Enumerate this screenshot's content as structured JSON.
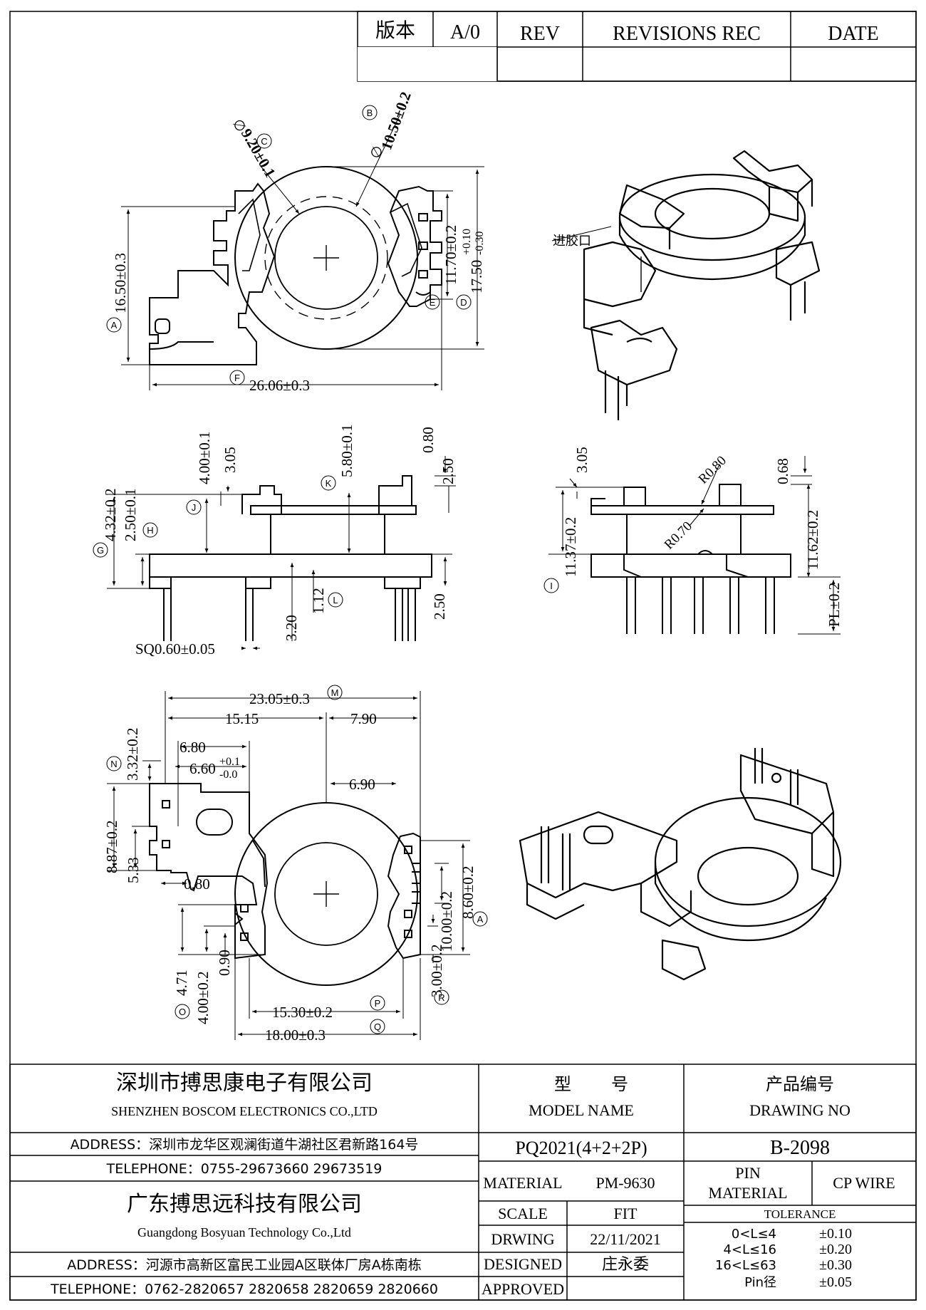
{
  "revision_table": {
    "version_label": "版本",
    "version_value": "A/0",
    "rev_header": "REV",
    "revisions_header": "REVISIONS REC",
    "date_header": "DATE"
  },
  "top_view": {
    "dim_c": "9.20±0.1",
    "dim_c_prefix": "∅",
    "dim_b": "10.50±0.2",
    "dim_b_prefix": "∅",
    "dim_a": "16.50±0.3",
    "dim_f": "26.06±0.3",
    "dim_e": "11.70±0.2",
    "dim_d_main": "17.50",
    "dim_d_tol_upper": "+0.10",
    "dim_d_tol_lower": "-0.30",
    "markers": [
      "A",
      "B",
      "C",
      "D",
      "E",
      "F"
    ]
  },
  "iso_top": {
    "gate_label": "进胶口"
  },
  "side_view_left": {
    "dim_g": "4.32±0.2",
    "dim_h": "2.50±0.1",
    "dim_j": "4.00±0.1",
    "dim_305": "3.05",
    "dim_k": "5.80±0.1",
    "dim_080": "0.80",
    "dim_250_top": "2.50",
    "dim_320": "3.20",
    "dim_l": "1.12",
    "dim_250_bottom": "2.50",
    "dim_sq": "SQ0.60±0.05",
    "markers": [
      "G",
      "H",
      "J",
      "K",
      "L"
    ]
  },
  "side_view_right": {
    "dim_305": "3.05",
    "dim_r080": "R0.80",
    "dim_068": "0.68",
    "dim_r070": "R0.70",
    "dim_i": "11.37±0.2",
    "dim_1162": "11.62±0.2",
    "dim_pl": "PL±0.2",
    "markers": [
      "I"
    ]
  },
  "bottom_view": {
    "dim_m": "23.05±0.3",
    "dim_1515": "15.15",
    "dim_790": "7.90",
    "dim_680": "6.80",
    "dim_660_main": "6.60",
    "dim_660_upper": "+0.1",
    "dim_660_lower": "-0.0",
    "dim_690": "6.90",
    "dim_n": "3.32±0.2",
    "dim_887": "8.87±0.2",
    "dim_533": "5.33",
    "dim_080": "0.80",
    "dim_860": "8.60±0.2",
    "dim_1000": "10.00±0.2",
    "dim_300": "3.00±0.2",
    "dim_471": "4.71",
    "dim_o": "4.00±0.2",
    "dim_090": "0.90",
    "dim_p": "15.30±0.2",
    "dim_q": "18.00±0.3",
    "markers": [
      "M",
      "N",
      "O",
      "P",
      "Q",
      "R",
      "A"
    ]
  },
  "title_block": {
    "company1_cn": "深圳市搏思康电子有限公司",
    "company1_en": "SHENZHEN BOSCOM ELECTRONICS CO.,LTD",
    "address1": "ADDRESS：深圳市龙华区观澜街道牛湖社区君新路164号",
    "telephone1": "TELEPHONE：0755-29673660 29673519",
    "company2_cn": "广东搏思远科技有限公司",
    "company2_en": "Guangdong Bosyuan Technology Co.,Ltd",
    "address2": "ADDRESS：河源市高新区富民工业园A区联体厂房A栋南栋",
    "telephone2": "TELEPHONE：0762-2820657 2820658 2820659 2820660",
    "model_label_cn_1": "型",
    "model_label_cn_2": "号",
    "model_label_en": "MODEL NAME",
    "model_value": "PQ2021(4+2+2P)",
    "drawing_no_label_cn": "产品编号",
    "drawing_no_label_en": "DRAWING NO",
    "drawing_no_value": "B-2098",
    "material_label": "MATERIAL",
    "material_value": "PM-9630",
    "scale_label": "SCALE",
    "scale_value": "FIT",
    "drawing_label": "DRWING",
    "drawing_date": "22/11/2021",
    "designed_label": "DESIGNED",
    "designed_value": "庄永委",
    "approved_label": "APPROVED",
    "approved_value": "",
    "pin_material_label_1": "PIN",
    "pin_material_label_2": "MATERIAL",
    "pin_material_value": "CP WIRE",
    "tolerance_label": "TOLERANCE",
    "tolerances": [
      {
        "range": "0<L≤4",
        "value": "±0.10"
      },
      {
        "range": "4<L≤16",
        "value": "±0.20"
      },
      {
        "range": "16<L≤63",
        "value": "±0.30"
      },
      {
        "range": "Pin径",
        "value": "±0.05"
      }
    ]
  }
}
